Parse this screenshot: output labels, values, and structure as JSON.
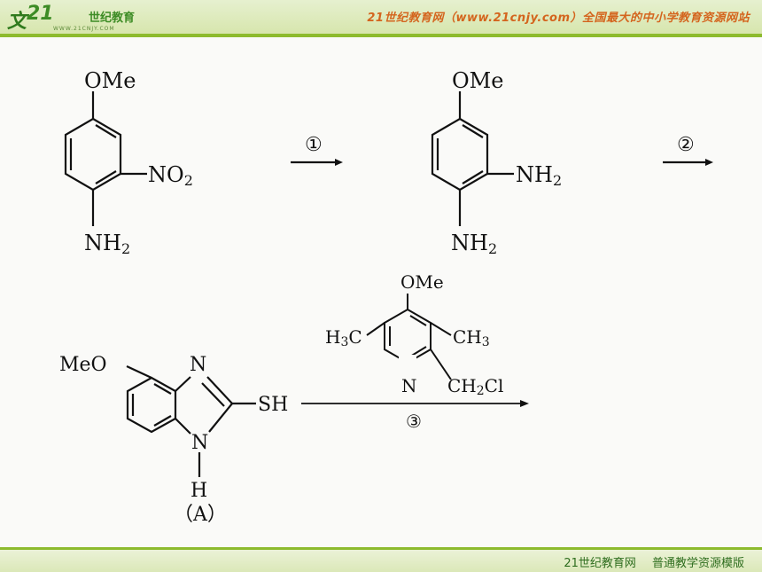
{
  "header": {
    "logo_mark": "文",
    "logo_number": "21",
    "logo_cn": "世纪教育",
    "logo_url": "WWW.21CNJY.COM",
    "slogan": "21世纪教育网（www.21cnjy.com）全国最大的中小学教育资源网站"
  },
  "footer": {
    "text": "21世纪教育网 普通教学资源模版"
  },
  "scheme": {
    "step1": "①",
    "step2": "②",
    "step3": "③",
    "compound1": {
      "top_sub": "OMe",
      "right_sub_main": "NO",
      "right_sub_index": "2",
      "bottom_sub_main": "NH",
      "bottom_sub_index": "2"
    },
    "compound2": {
      "top_sub": "OMe",
      "right_sub_main": "NH",
      "right_sub_index": "2",
      "bottom_sub_main": "NH",
      "bottom_sub_index": "2"
    },
    "compound_a": {
      "ome": "MeO",
      "n_top": "N",
      "n_bottom": "N",
      "sh": "SH",
      "h": "H",
      "label": "（A）"
    },
    "reagent": {
      "ome": "OMe",
      "h3c_main": "H",
      "h3c_index": "3",
      "h3c_tail": "C",
      "ch3_main": "CH",
      "ch3_index": "3",
      "n": "N",
      "ch2cl_main": "CH",
      "ch2cl_index": "2",
      "ch2cl_tail": "Cl"
    }
  }
}
